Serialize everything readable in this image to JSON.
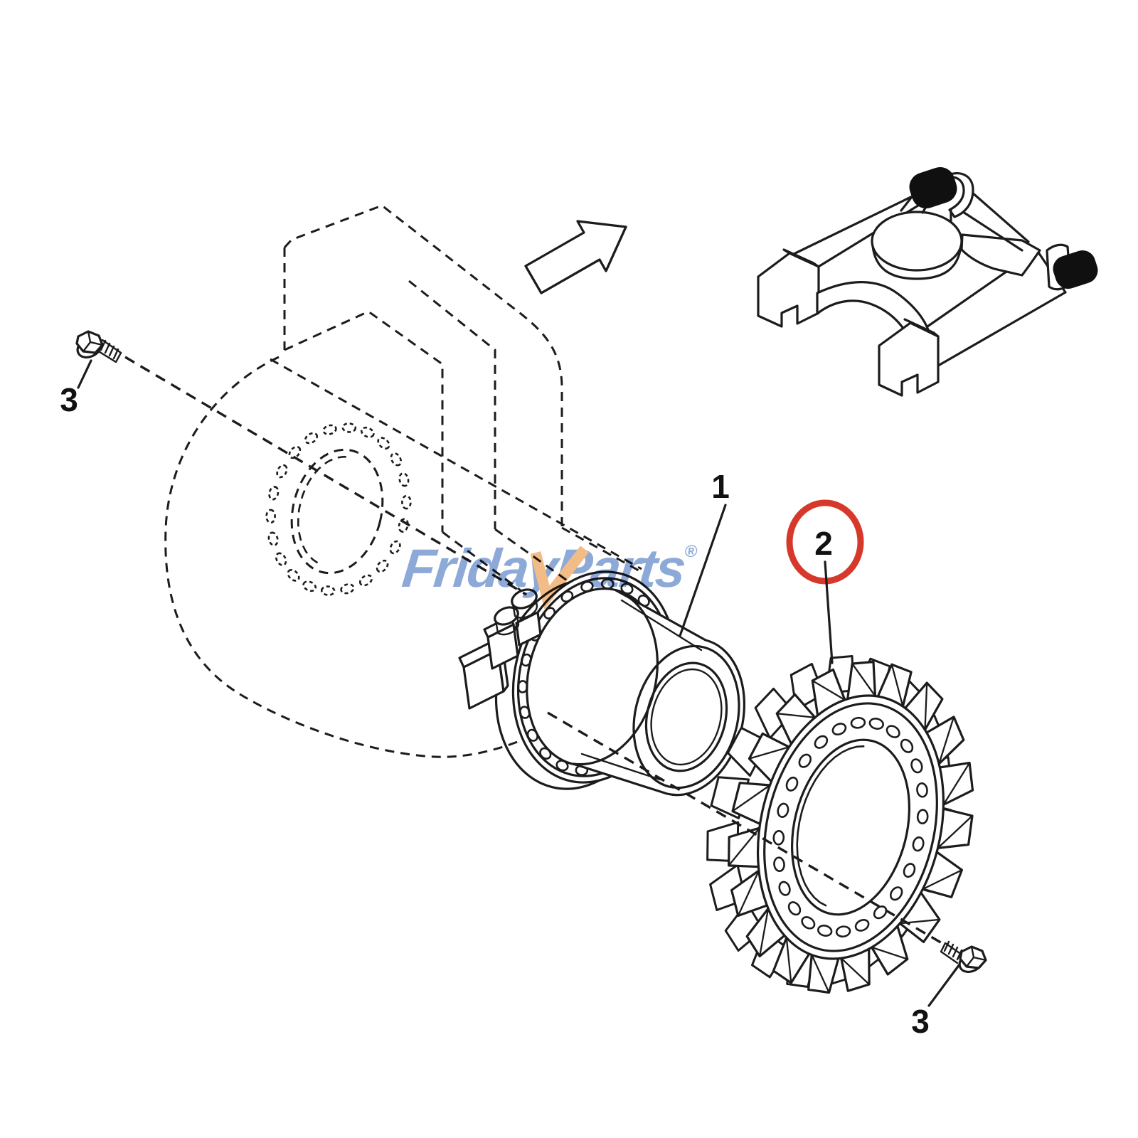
{
  "diagram": {
    "title_hint": "exploded parts view: final drive motor, sprocket and mounting bolts",
    "callouts": [
      {
        "label": "1"
      },
      {
        "label": "2"
      },
      {
        "label": "3"
      },
      {
        "label": "3"
      }
    ],
    "highlight_color": "#d6392b",
    "line_color": "#1c1c1c",
    "background_color": "#ffffff"
  },
  "watermark": {
    "text": "FridayParts",
    "reg_mark": "®",
    "text_color": "#84a3d4",
    "check_color": "#f2bc86"
  }
}
